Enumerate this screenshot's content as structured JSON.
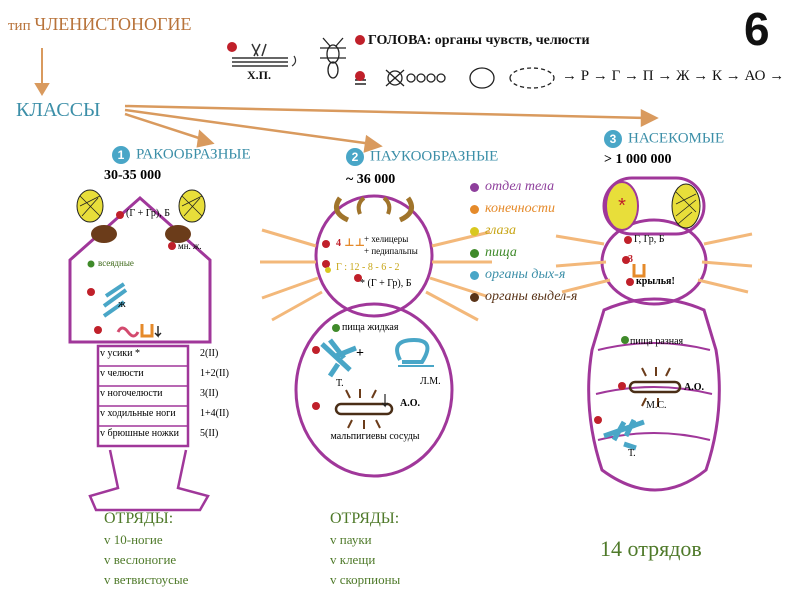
{
  "header": {
    "type_prefix": "тип",
    "phylum": "ЧЛЕНИСТОНОГИЕ",
    "page_number": "6",
    "head_label": "ГОЛОВА: органы чувств, челюсти",
    "xp_label": "Х.П.",
    "development_chain": "→ Р → Г → П → Ж → К → АО →"
  },
  "classes_label": "КЛАССЫ",
  "classes": [
    {
      "number": "1",
      "name": "РАКООБРАЗНЫЕ",
      "count": "30-35 000",
      "notes": {
        "body": "(Г + Гр), Б",
        "legs": "мн. ж.",
        "omni": "всеядные",
        "gill": "ж"
      },
      "limbs": [
        {
          "label": "v усики *",
          "value": "2(II)"
        },
        {
          "label": "v челюсти",
          "value": "1+2(II)"
        },
        {
          "label": "v ногочелюсти",
          "value": "3(II)"
        },
        {
          "label": "v ходильные ноги",
          "value": "1+4(II)"
        },
        {
          "label": "v брюшные ножки",
          "value": "5(II)"
        }
      ],
      "orders_title": "ОТРЯДЫ:",
      "orders": [
        "v 10-ногие",
        "v веслоногие",
        "v ветвистоусые"
      ]
    },
    {
      "number": "2",
      "name": "ПАУКООБРАЗНЫЕ",
      "count": "~ 36 000",
      "notes": {
        "limbs_a": "+ хелицеры",
        "limbs_b": "+ педипальпы",
        "limbs_count": "4",
        "eyes": "Г : 12 - 8 - 6 - 2",
        "body": "* (Г + Гр), Б",
        "food": "пища жидкая",
        "trachea": "Т.",
        "lungs": "Л.М.",
        "ao": "А.О.",
        "vessels": "мальпигиевы сосуды"
      },
      "orders_title": "ОТРЯДЫ:",
      "orders": [
        "v пауки",
        "v клещи",
        "v скорпионы"
      ]
    },
    {
      "number": "3",
      "name": "НАСЕКОМЫЕ",
      "count": "> 1 000 000",
      "notes": {
        "body": "Г, Гр, Б",
        "legs": "3",
        "wings": "крылья!",
        "food": "пища разная",
        "ao": "А.О.",
        "ms": "М.С.",
        "trachea": "Т."
      },
      "orders_summary": "14 отрядов"
    }
  ],
  "legend": [
    {
      "label": "отдел тела",
      "color": "#8e3f9c"
    },
    {
      "label": "конечности",
      "color": "#e58a2a"
    },
    {
      "label": "глаза",
      "color": "#d9c81f"
    },
    {
      "label": "пища",
      "color": "#3f8a2a"
    },
    {
      "label": "органы дых-я",
      "color": "#49a6c7"
    },
    {
      "label": "органы выдел-я",
      "color": "#5a3418"
    }
  ],
  "colors": {
    "body_outline": "#a0379a",
    "red_dot": "#c0202a",
    "brown_text": "#b8733a",
    "teal_text": "#3c8fa8",
    "green_text": "#4f7a2a"
  }
}
